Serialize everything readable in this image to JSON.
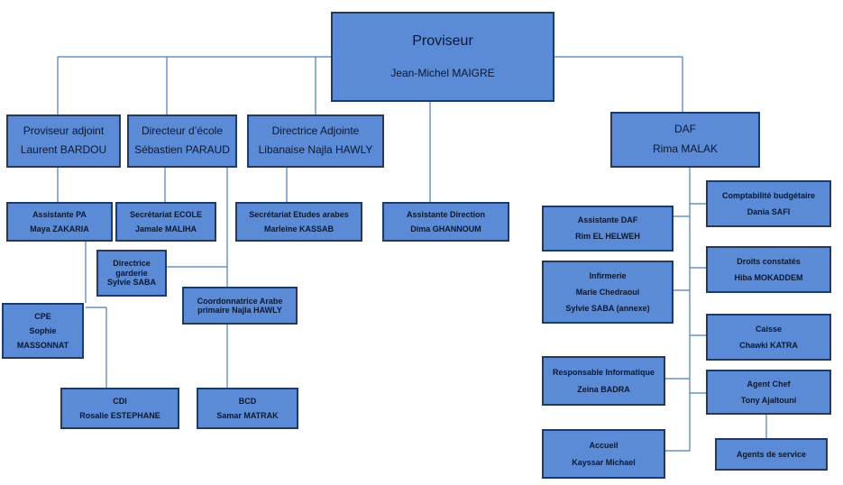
{
  "line_color": "#4E7BB5",
  "box_fill": "#5B8BD6",
  "box_border": "#1F3A63",
  "nodes": {
    "proviseur": {
      "title": "Proviseur",
      "name": "Jean-Michel MAIGRE"
    },
    "adjoint": {
      "title": "Proviseur adjoint",
      "name": "Laurent BARDOU"
    },
    "directeur": {
      "title": "Directeur d’école",
      "name": "Sébastien PARAUD"
    },
    "directrice_adj": {
      "title": "Directrice Adjointe",
      "name": "Libanaise Najla HAWLY"
    },
    "daf": {
      "title": "DAF",
      "name": "Rima MALAK"
    },
    "assistante_pa": {
      "title": "Assistante PA",
      "name": "Maya ZAKARIA"
    },
    "secretariat_ecole": {
      "title": "Secrétariat ECOLE",
      "name": "Jamale MALIHA"
    },
    "secretariat_arabes": {
      "title": "Secrétariat Etudes arabes",
      "name": "Marleine KASSAB"
    },
    "assistante_direction": {
      "title": "Assistante Direction",
      "name": "Dima GHANNOUM"
    },
    "garderie": {
      "line1": "Directrice",
      "line2": "garderie",
      "line3": "Sylvie SABA"
    },
    "coord": {
      "line1": "Coordonnatrice Arabe",
      "line2": "primaire Najla HAWLY"
    },
    "cpe": {
      "title": "CPE",
      "name1": "Sophie",
      "name2": "MASSONNAT"
    },
    "cdi": {
      "title": "CDI",
      "name": "Rosalie ESTEPHANE"
    },
    "bcd": {
      "title": "BCD",
      "name": "Samar MATRAK"
    },
    "assistante_daf": {
      "title": "Assistante DAF",
      "name": "Rim EL HELWEH"
    },
    "infirmerie": {
      "title": "Infirmerie",
      "name1": "Marie Chedraoui",
      "name2": "Sylvie SABA (annexe)"
    },
    "informatique": {
      "title": "Responsable Informatique",
      "name": "Zeina BADRA"
    },
    "accueil": {
      "title": "Accueil",
      "name": "Kayssar Michael"
    },
    "comptabilite": {
      "title": "Comptabilité budgétaire",
      "name": "Dania SAFI"
    },
    "droits": {
      "title": "Droits constatés",
      "name": "Hiba MOKADDEM"
    },
    "caisse": {
      "title": "Caisse",
      "name": "Chawki KATRA"
    },
    "agent_chef": {
      "title": "Agent Chef",
      "name": "Tony Ajaltouni"
    },
    "agents_service": {
      "title": "Agents de service"
    }
  }
}
